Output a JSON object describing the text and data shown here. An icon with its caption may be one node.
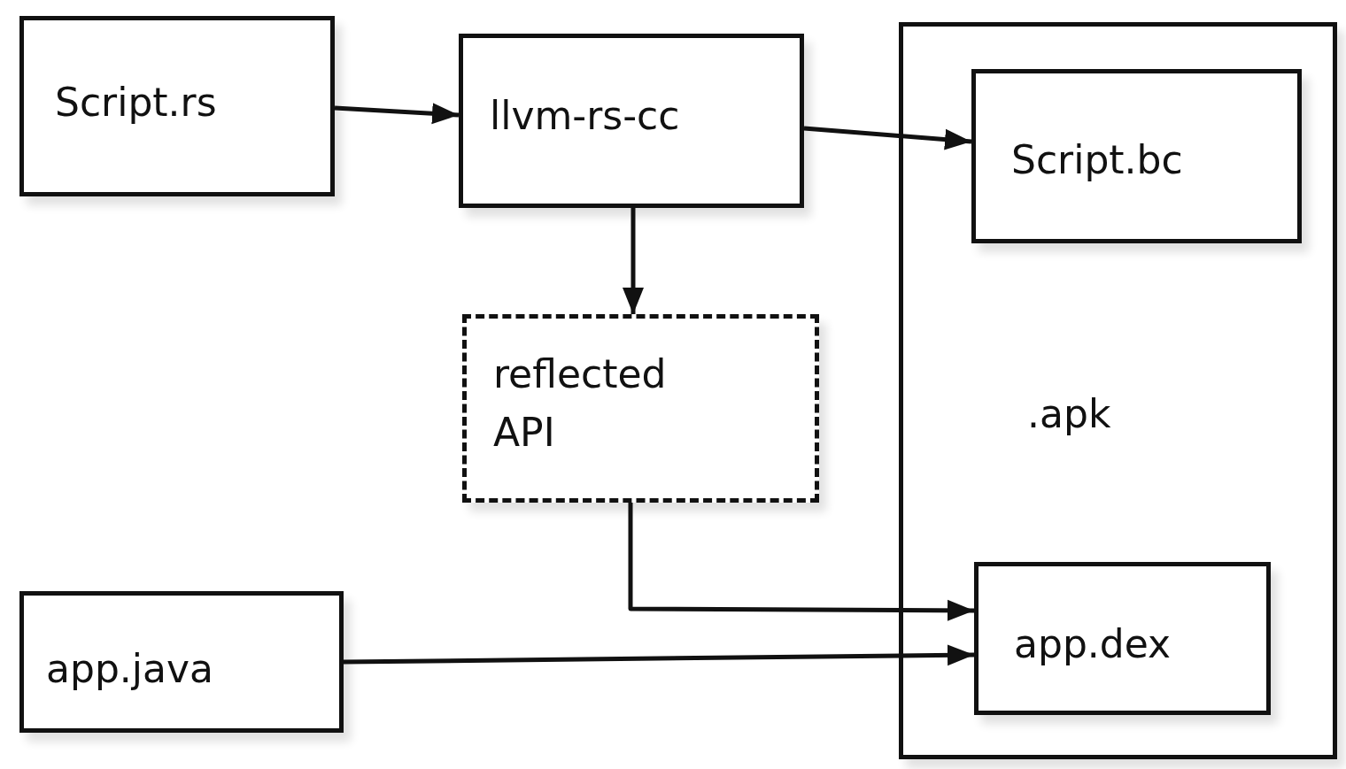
{
  "diagram": {
    "nodes": [
      {
        "text": [
          "Script.rs"
        ]
      },
      {
        "text": [
          "llvm-rs-cc"
        ]
      },
      {
        "text": [
          ".apk"
        ]
      },
      {
        "text": [
          "Script.bc"
        ],
        "in": 2
      },
      {
        "text": [
          "reflected API"
        ]
      },
      {
        "text": [
          "app.java"
        ]
      },
      {
        "text": [
          "app.dex"
        ],
        "in": 2
      }
    ],
    "edges": [
      {
        "from": 0,
        "to": 1,
        "arrow": "to"
      },
      {
        "from": 1,
        "to": 3,
        "arrow": "to"
      },
      {
        "from": 1,
        "to": 4,
        "arrow": "to"
      },
      {
        "from": 4,
        "to": 6,
        "arrow": "to"
      },
      {
        "from": 5,
        "to": 6,
        "arrow": "to"
      }
    ]
  }
}
